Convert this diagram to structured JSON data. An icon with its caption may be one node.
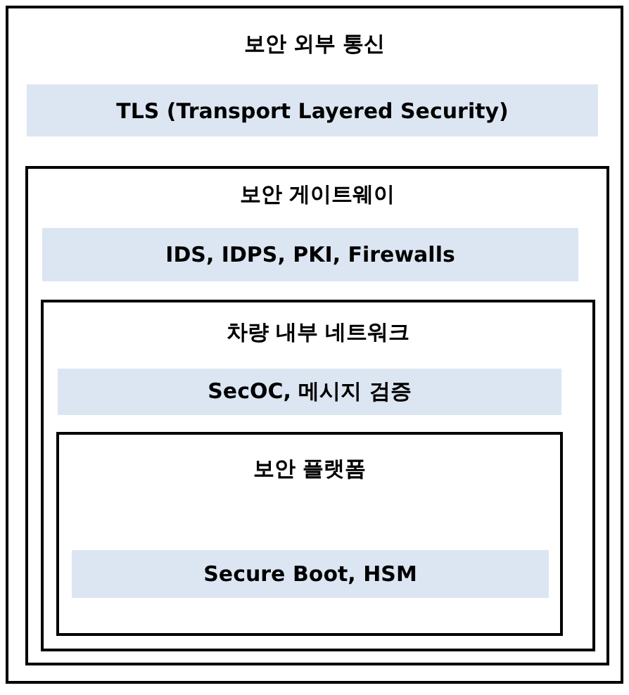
{
  "diagram": {
    "nodes": [
      {
        "text": [
          "보안 외부 통신"
        ]
      },
      {
        "text": [
          "TLS (Transport Layered Security)"
        ],
        "in": 0
      },
      {
        "text": [
          "보안 게이트웨이"
        ],
        "in": 0
      },
      {
        "text": [
          "IDS, IDPS, PKI, Firewalls"
        ],
        "in": 2
      },
      {
        "text": [
          "차량 내부 네트워크"
        ],
        "in": 2
      },
      {
        "text": [
          "SecOC, 메시지 검증"
        ],
        "in": 4
      },
      {
        "text": [
          "보안 플랫폼"
        ],
        "in": 4
      },
      {
        "text": [
          "Secure Boot, HSM"
        ],
        "in": 6
      }
    ]
  }
}
